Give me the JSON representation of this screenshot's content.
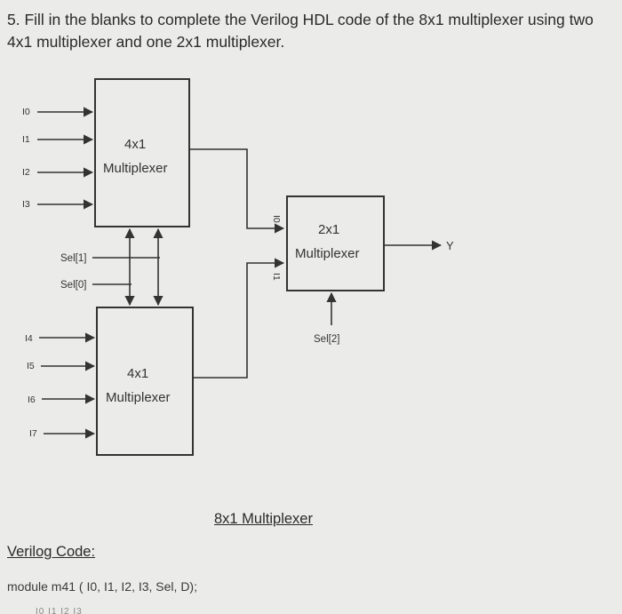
{
  "question": "5. Fill in the blanks to complete the Verilog HDL code of the 8x1 multiplexer using two 4x1 multiplexer and one 2x1 multiplexer.",
  "diagram": {
    "top_mux": {
      "line1": "4x1",
      "line2": "Multiplexer",
      "inputs": [
        "I0",
        "I1",
        "I2",
        "I3"
      ]
    },
    "bottom_mux": {
      "line1": "4x1",
      "line2": "Multiplexer",
      "inputs": [
        "I4",
        "I5",
        "I6",
        "I7"
      ]
    },
    "selects": {
      "sel1": "Sel[1]",
      "sel0": "Sel[0]"
    },
    "out_mux": {
      "line1": "2x1",
      "line2": "Multiplexer",
      "in0": "I0",
      "in1": "I1",
      "select": "Sel[2]",
      "output": "Y"
    },
    "title": "8x1 Multiplexer"
  },
  "verilog": {
    "heading": "Verilog Code:",
    "line1": "module m41 ( I0, I1, I2, I3, Sel, D);",
    "cut_line": "I0 I1 I2 I3"
  }
}
